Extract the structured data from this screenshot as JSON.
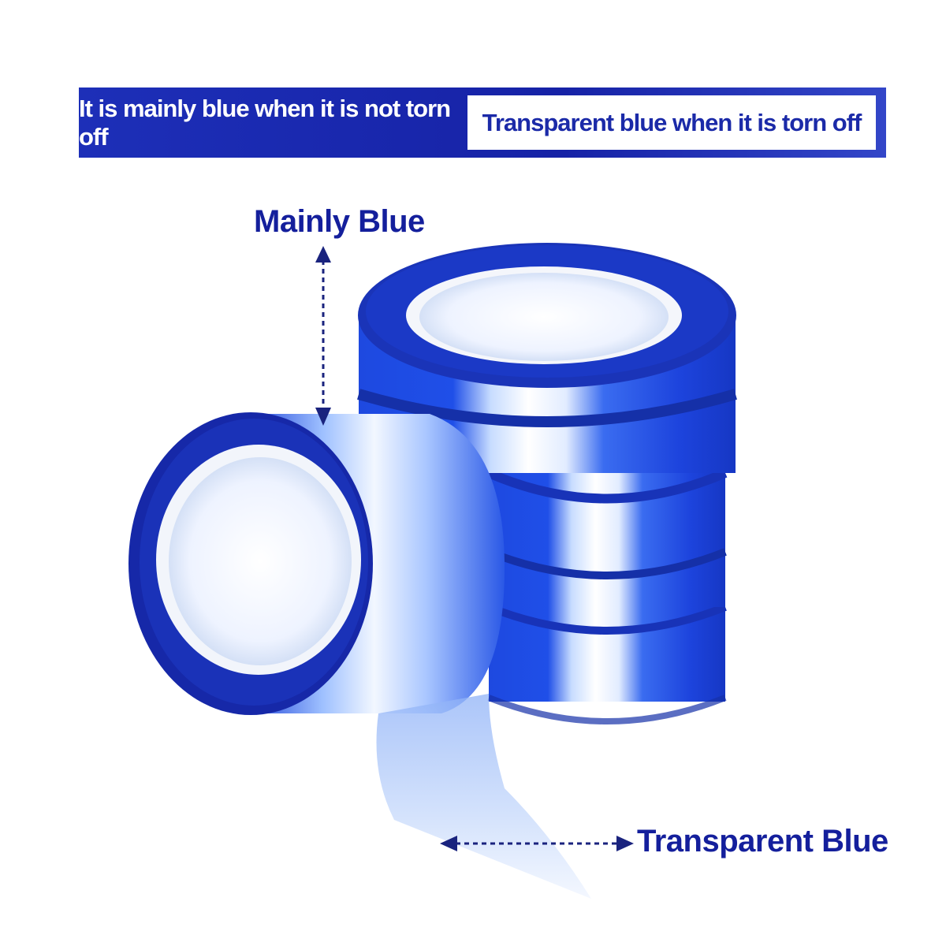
{
  "banner": {
    "left_text": "It is mainly blue when it is not torn off",
    "right_text": "Transparent blue when it is torn off"
  },
  "callouts": {
    "mainly_blue": "Mainly Blue",
    "transparent_blue": "Transparent Blue"
  },
  "colors": {
    "brand_blue": "#1b2aa8",
    "tape_blue": "#1a3fd9",
    "tape_light": "#bcd4ff"
  },
  "product": {
    "subject": "blue-protective-tape-rolls",
    "roll_count": 4
  }
}
